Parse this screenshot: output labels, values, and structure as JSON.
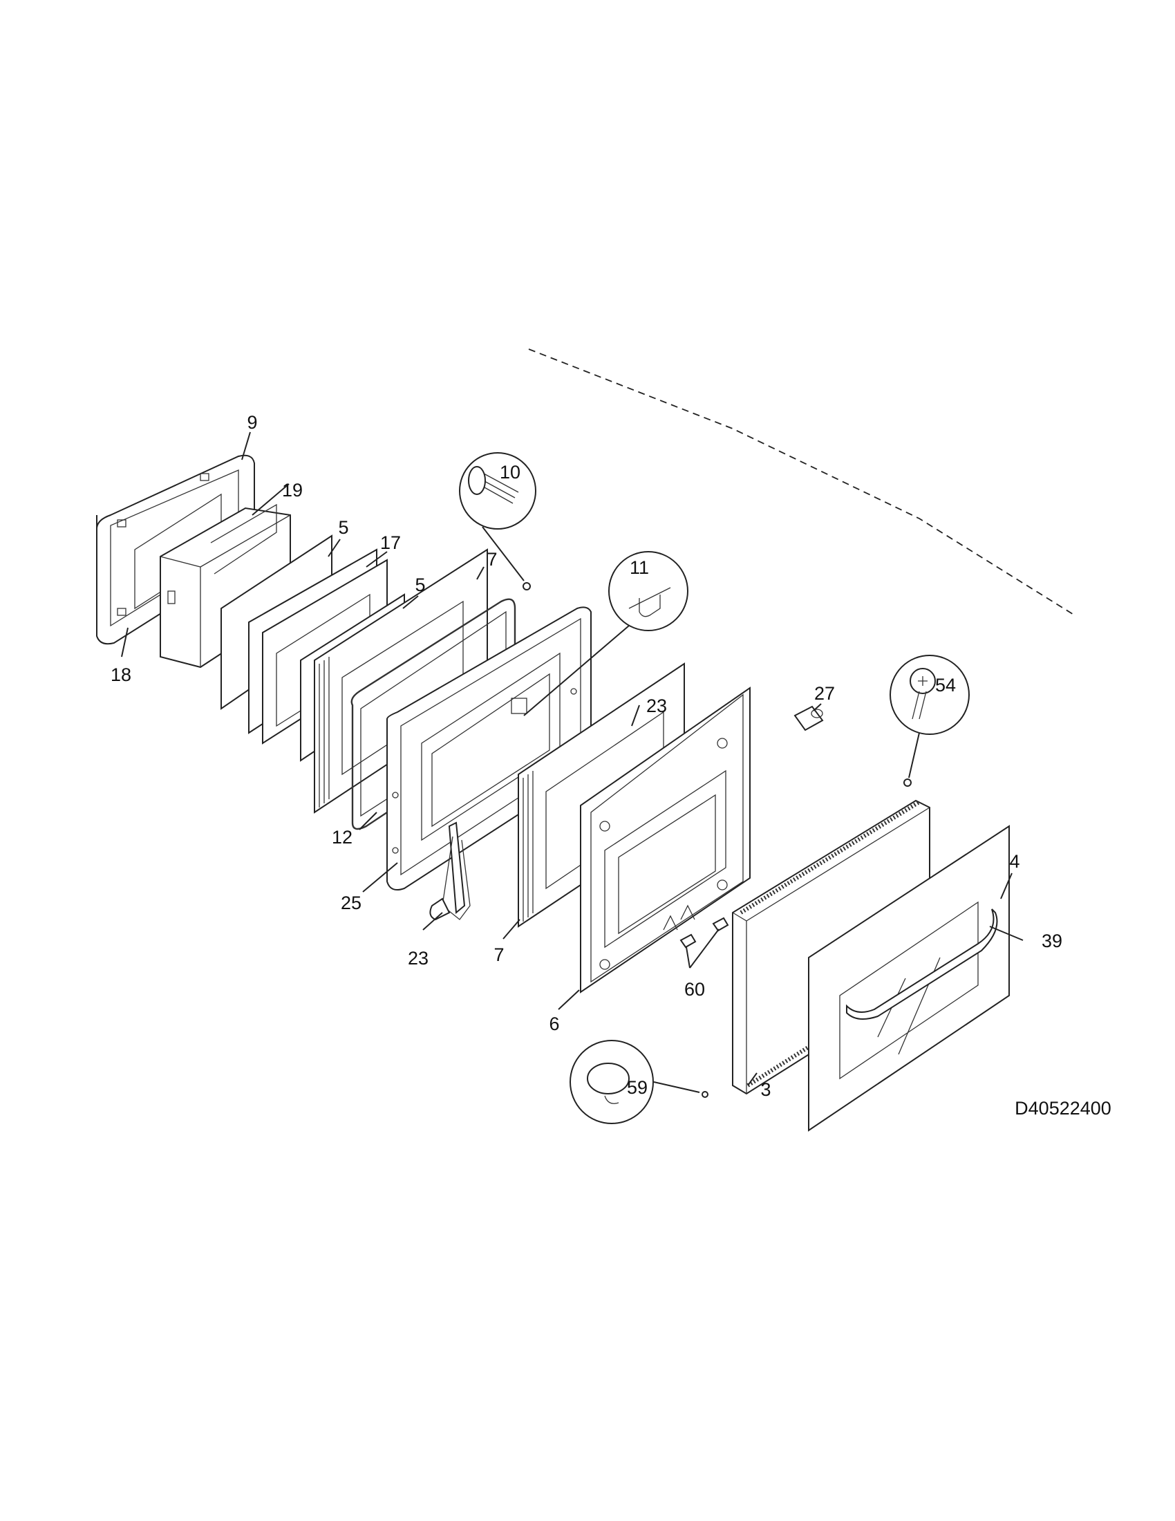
{
  "diagram": {
    "drawing_code": "D40522400",
    "callouts": {
      "p9": "9",
      "p19": "19",
      "p5a": "5",
      "p17": "17",
      "p5b": "5",
      "p7a": "7",
      "p10": "10",
      "p11": "11",
      "p18": "18",
      "p12": "12",
      "p25": "25",
      "p23a": "23",
      "p23b": "23",
      "p7b": "7",
      "p6": "6",
      "p27": "27",
      "p54": "54",
      "p4": "4",
      "p39": "39",
      "p60": "60",
      "p59": "59",
      "p3": "3"
    }
  }
}
